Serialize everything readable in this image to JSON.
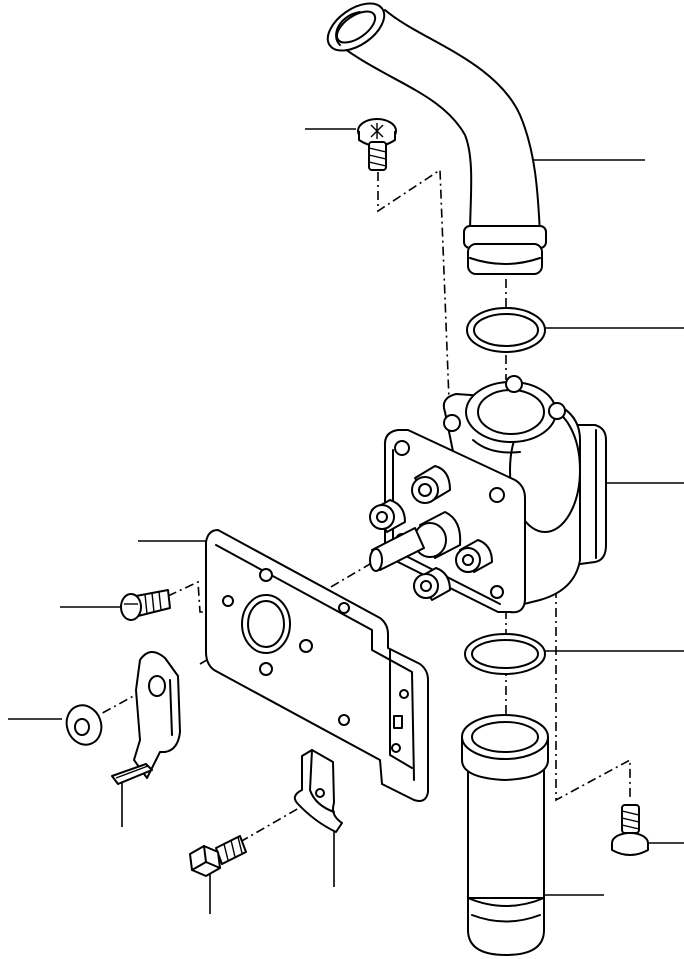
{
  "figure": {
    "type": "exploded-parts-diagram",
    "line_color": "#000000",
    "background": "#ffffff"
  },
  "parts": [
    {
      "name": "upper-elbow-hose"
    },
    {
      "name": "upper-screw"
    },
    {
      "name": "upper-o-ring"
    },
    {
      "name": "valve-body"
    },
    {
      "name": "mounting-bracket"
    },
    {
      "name": "small-screw"
    },
    {
      "name": "flat-washer"
    },
    {
      "name": "lever-plate"
    },
    {
      "name": "pin"
    },
    {
      "name": "spring-clip"
    },
    {
      "name": "hex-bolt"
    },
    {
      "name": "lower-o-ring"
    },
    {
      "name": "lower-pipe"
    },
    {
      "name": "lower-screw"
    }
  ]
}
